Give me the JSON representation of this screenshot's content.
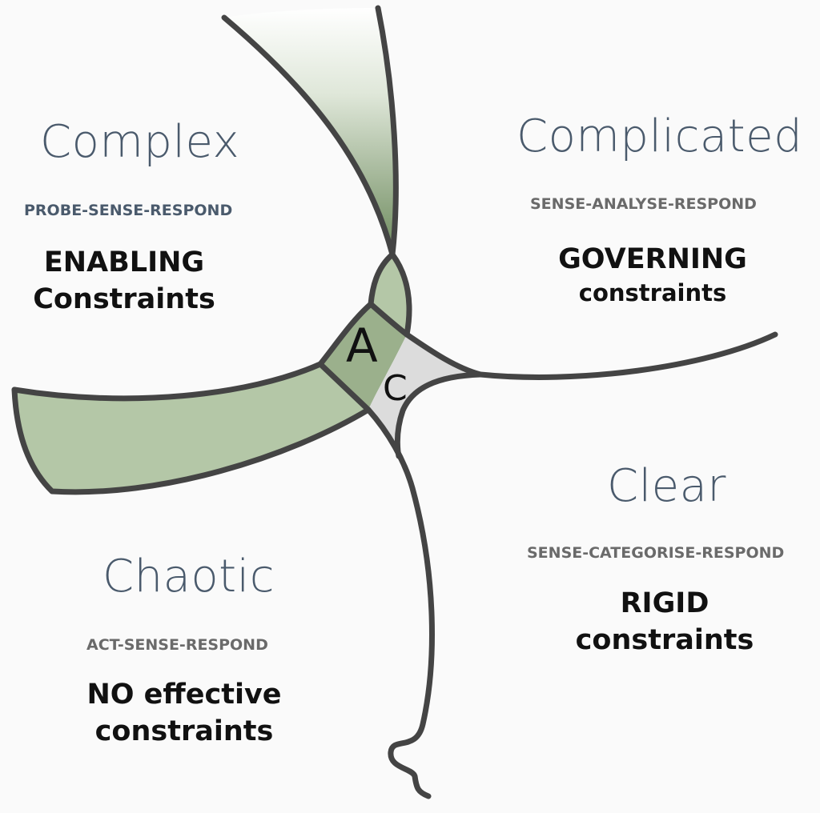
{
  "colors": {
    "outline": "#444444",
    "green_dark": "#6d8a5d",
    "green_light": "#b4c7a7",
    "green_mid": "#9bb08c",
    "grey_zone": "#dcdcdc",
    "title": "#4a5a6c",
    "practice_blue": "#4a5a6c",
    "practice_grey": "#6a6a6a"
  },
  "domains": {
    "complex": {
      "title": "Complex",
      "practice": "PROBE-SENSE-RESPOND",
      "constraint_line1": "ENABLING",
      "constraint_line2": "Constraints"
    },
    "complicated": {
      "title": "Complicated",
      "practice": "SENSE-ANALYSE-RESPOND",
      "constraint_line1": "GOVERNING",
      "constraint_line2": "constraints"
    },
    "clear": {
      "title": "Clear",
      "practice": "SENSE-CATEGORISE-RESPOND",
      "constraint_line1": "RIGID",
      "constraint_line2": "constraints"
    },
    "chaotic": {
      "title": "Chaotic",
      "practice": "ACT-SENSE-RESPOND",
      "constraint_line1": "NO effective",
      "constraint_line2": "constraints"
    }
  },
  "center": {
    "marker_a": "A",
    "marker_c": "C"
  }
}
